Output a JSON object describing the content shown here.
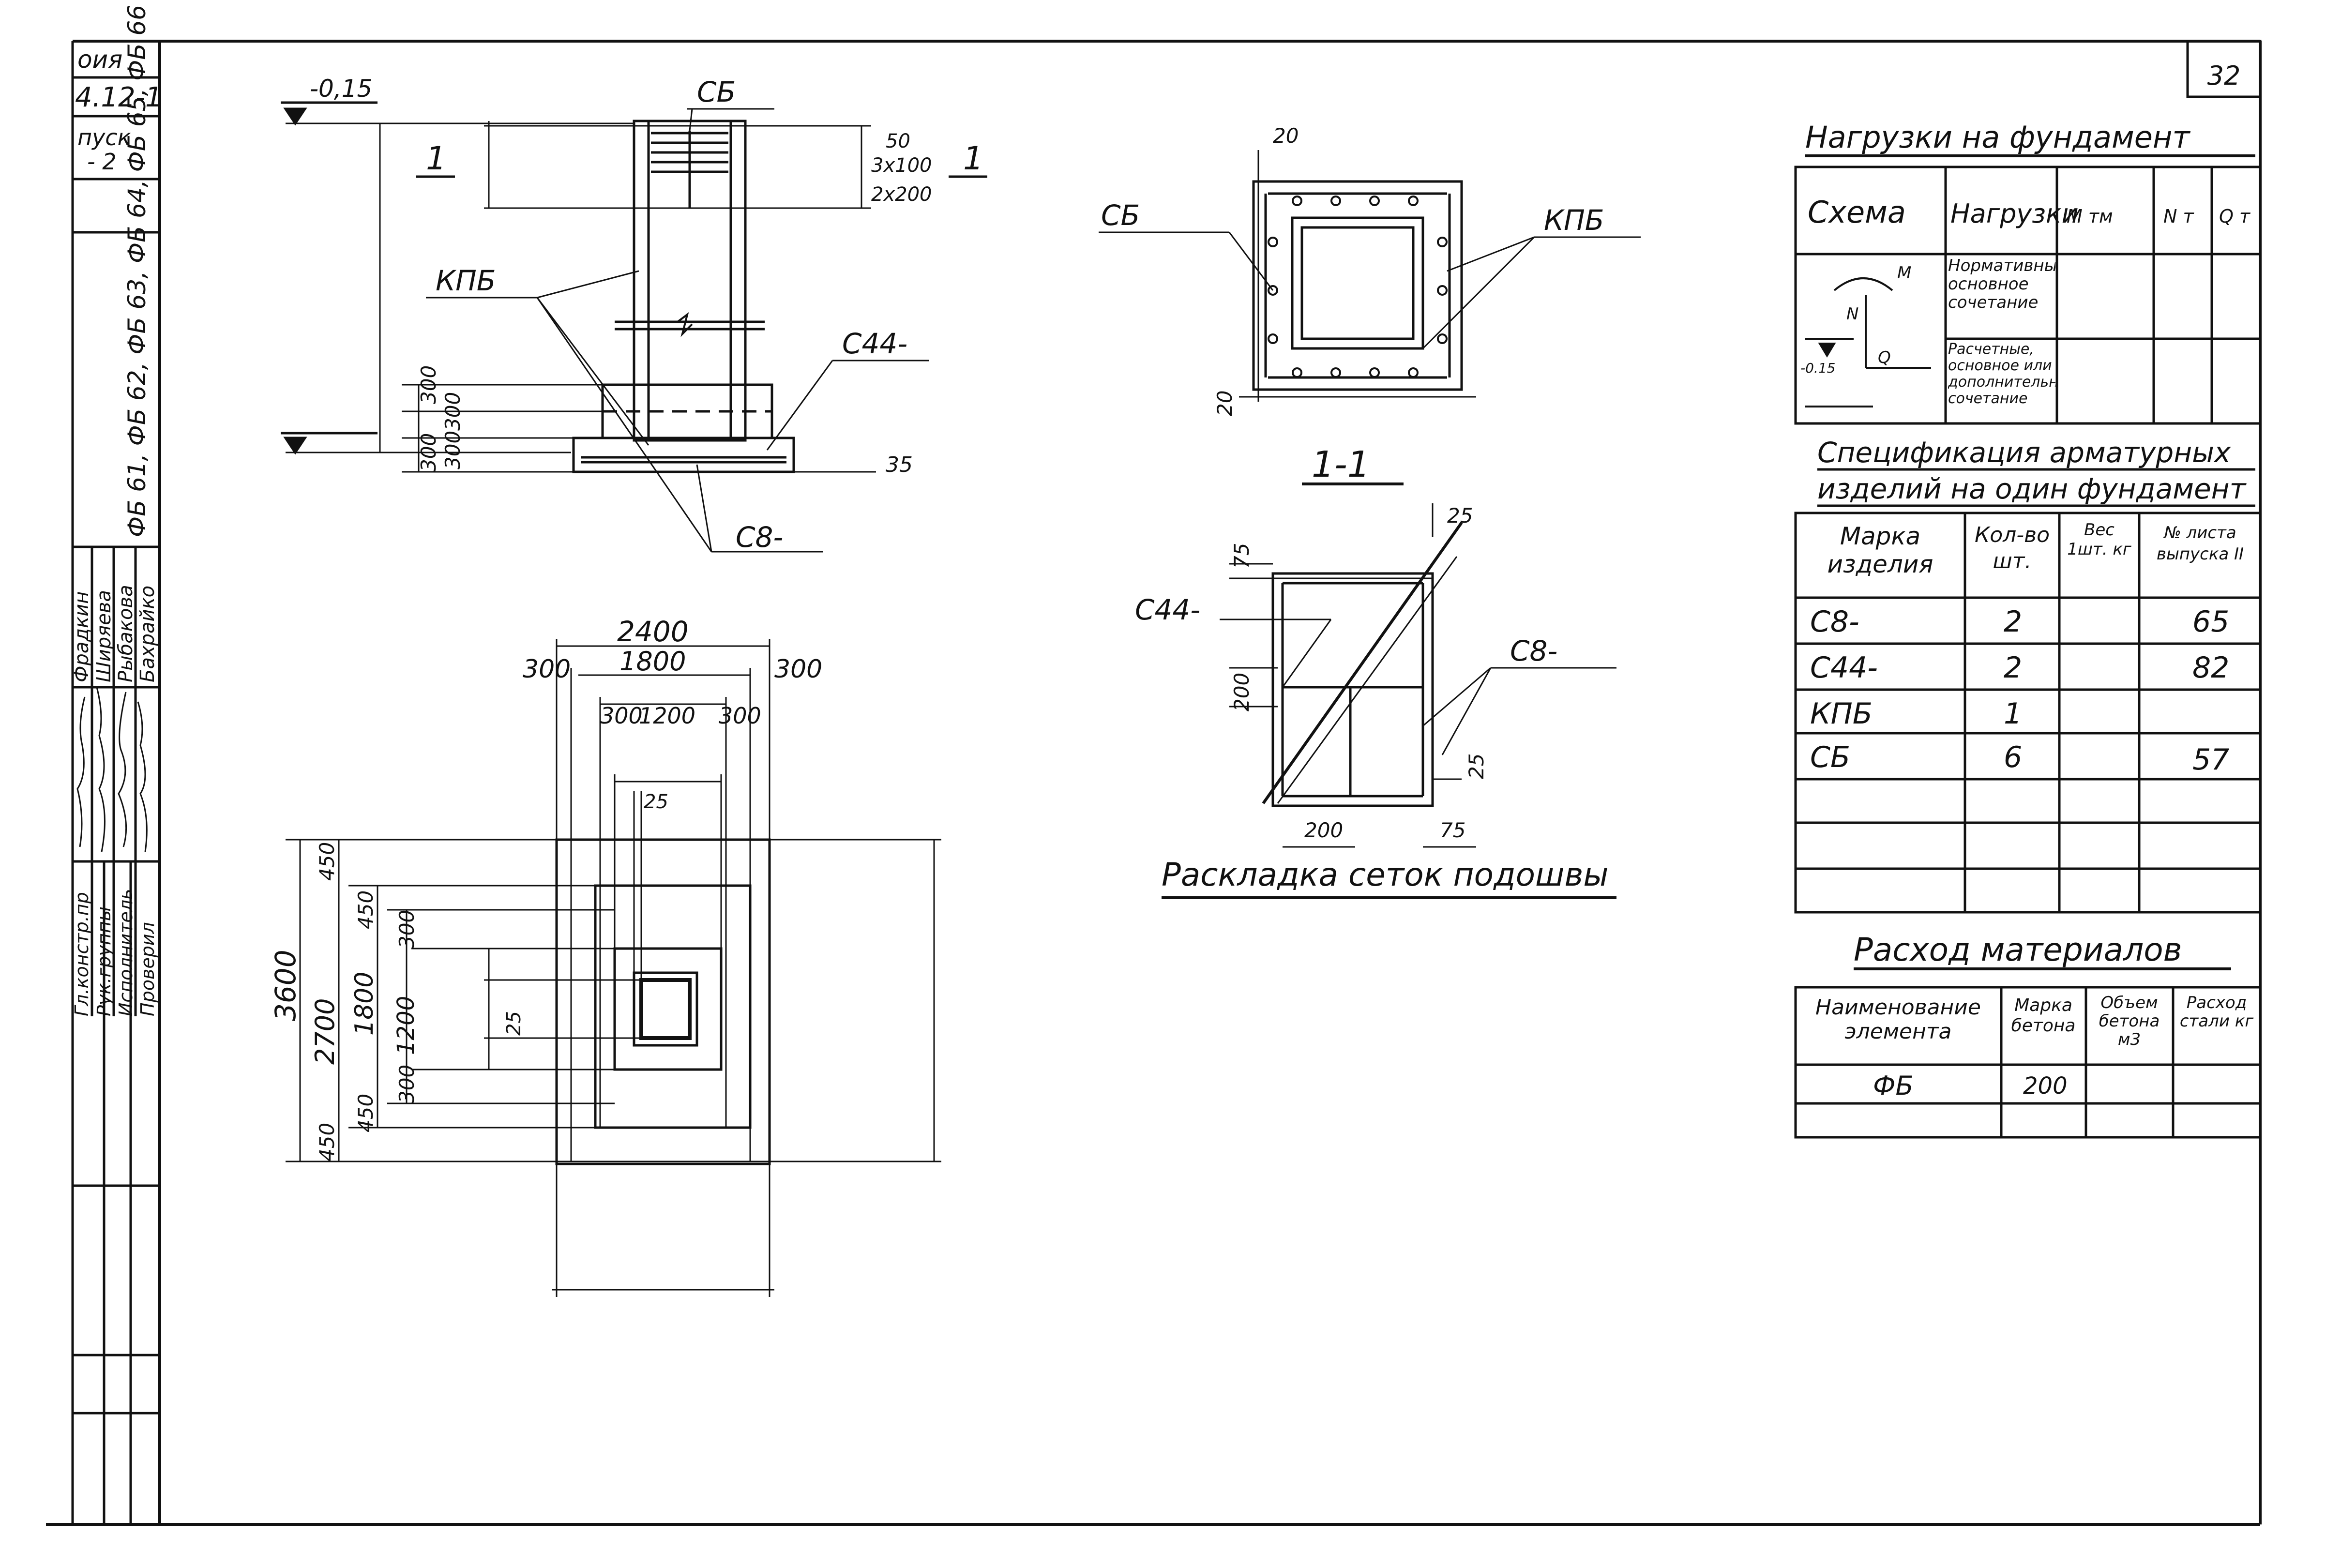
{
  "page_number": "32",
  "stamp": {
    "top_code": [
      "оия",
      "4.12-1",
      "пуск",
      "- 2"
    ],
    "marks": "ФБ 61, ФБ 62, ФБ 63, ФБ 64, ФБ 65, ФБ 66",
    "roles": [
      "Гл.констр.пр",
      "Рук.группы",
      "Исполнитель",
      "Проверил"
    ],
    "names": [
      "Фрадкин",
      "Ширяева",
      "Рыбакова",
      "Бахрайко"
    ]
  },
  "elevation_view": {
    "level_top": "-0,15",
    "callout_sb": "СБ",
    "callout_kpb": "КПБ",
    "callout_c44": "С44-",
    "callout_c8": "С8-",
    "section_marker": "1",
    "dim_50": "50",
    "dim_3x100": "3х100",
    "dim_2x200": "2х200",
    "dim_300a": "300",
    "dim_300b": "300",
    "dim_300c": "300",
    "dim_300d": "300",
    "dim_35": "35"
  },
  "section_view": {
    "title": "1-1",
    "callout_sb": "СБ",
    "callout_kpb": "КПБ",
    "dim_20a": "20",
    "dim_20b": "20"
  },
  "plan_view": {
    "dim_2400": "2400",
    "dim_1800": "1800",
    "dim_1200": "1200",
    "dim_300_l": "300",
    "dim_300_r": "300",
    "dim_300_il": "300",
    "dim_300_ir": "300",
    "dim_25_top": "25",
    "dim_3600": "3600",
    "dim_2700": "2700",
    "dim_1800v": "1800",
    "dim_1200v": "1200",
    "dim_450_a": "450",
    "dim_450_b": "450",
    "dim_450_c": "450",
    "dim_450_d": "450",
    "dim_300v_a": "300",
    "dim_300v_b": "300",
    "dim_25v": "25"
  },
  "mesh_layout": {
    "title": "Раскладка сеток подошвы",
    "callout_c44": "С44-",
    "callout_c8": "С8-",
    "dim_25a": "25",
    "dim_75a": "75",
    "dim_200v": "200",
    "dim_200h": "200",
    "dim_25b": "25",
    "dim_75b": "75"
  },
  "loads_table": {
    "title": "Нагрузки на фундамент",
    "headers": [
      "Схема",
      "Нагрузки",
      "М тм",
      "N т",
      "Q т"
    ],
    "rows": [
      "Нормативные основное сочетание",
      "Расчетные, основное или дополнительное сочетание"
    ],
    "scheme_labels": {
      "m": "М",
      "n": "N",
      "q": "Q",
      "level": "-0.15"
    }
  },
  "spec_table": {
    "title_line1": "Спецификация арматурных",
    "title_line2": "изделий на один фундамент",
    "headers": [
      "Марка изделия",
      "Кол-во шт.",
      "Вес 1шт. кг",
      "№ листа выпуска II"
    ],
    "rows": [
      {
        "mark": "С8-",
        "qty": "2",
        "weight": "",
        "sheet": "65"
      },
      {
        "mark": "С44-",
        "qty": "2",
        "weight": "",
        "sheet": "82"
      },
      {
        "mark": "КПБ",
        "qty": "1",
        "weight": "",
        "sheet": ""
      },
      {
        "mark": "СБ",
        "qty": "6",
        "weight": "",
        "sheet": "57"
      }
    ]
  },
  "materials_table": {
    "title": "Расход материалов",
    "headers": [
      "Наименование элемента",
      "Марка бетона",
      "Объем бетона м3",
      "Расход стали кг"
    ],
    "rows": [
      {
        "name": "ФБ",
        "grade": "200",
        "volume": "",
        "steel": ""
      }
    ]
  }
}
